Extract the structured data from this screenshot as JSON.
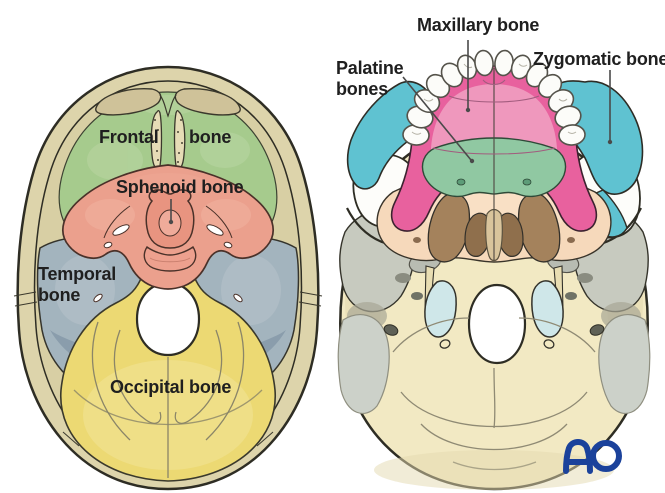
{
  "background_color": "#ffffff",
  "labels": {
    "frontal_word1": "Frontal",
    "frontal_word2": "bone",
    "sphenoid": "Sphenoid bone",
    "temporal": "Temporal bone",
    "occipital": "Occipital bone",
    "maxillary": "Maxillary bone",
    "palatine": "Palatine bones",
    "zygomatic": "Zygomatic bone"
  },
  "regions": {
    "frontal": {
      "label": "Frontal bone",
      "color": "#a6cb8d"
    },
    "sphenoid": {
      "label": "Sphenoid bone",
      "color": "#eba08d"
    },
    "temporal": {
      "label": "Temporal bone",
      "color": "#a3b4be"
    },
    "occipital": {
      "label": "Occipital bone",
      "color": "#ecd973"
    },
    "maxillary": {
      "label": "Maxillary bone",
      "color": "#e8619e"
    },
    "palatine": {
      "label": "Palatine bones",
      "color": "#90c8a2"
    },
    "zygomatic": {
      "label": "Zygomatic bone",
      "color": "#5fc2d1"
    }
  },
  "logo": {
    "text": "AO",
    "color": "#1b429b"
  }
}
